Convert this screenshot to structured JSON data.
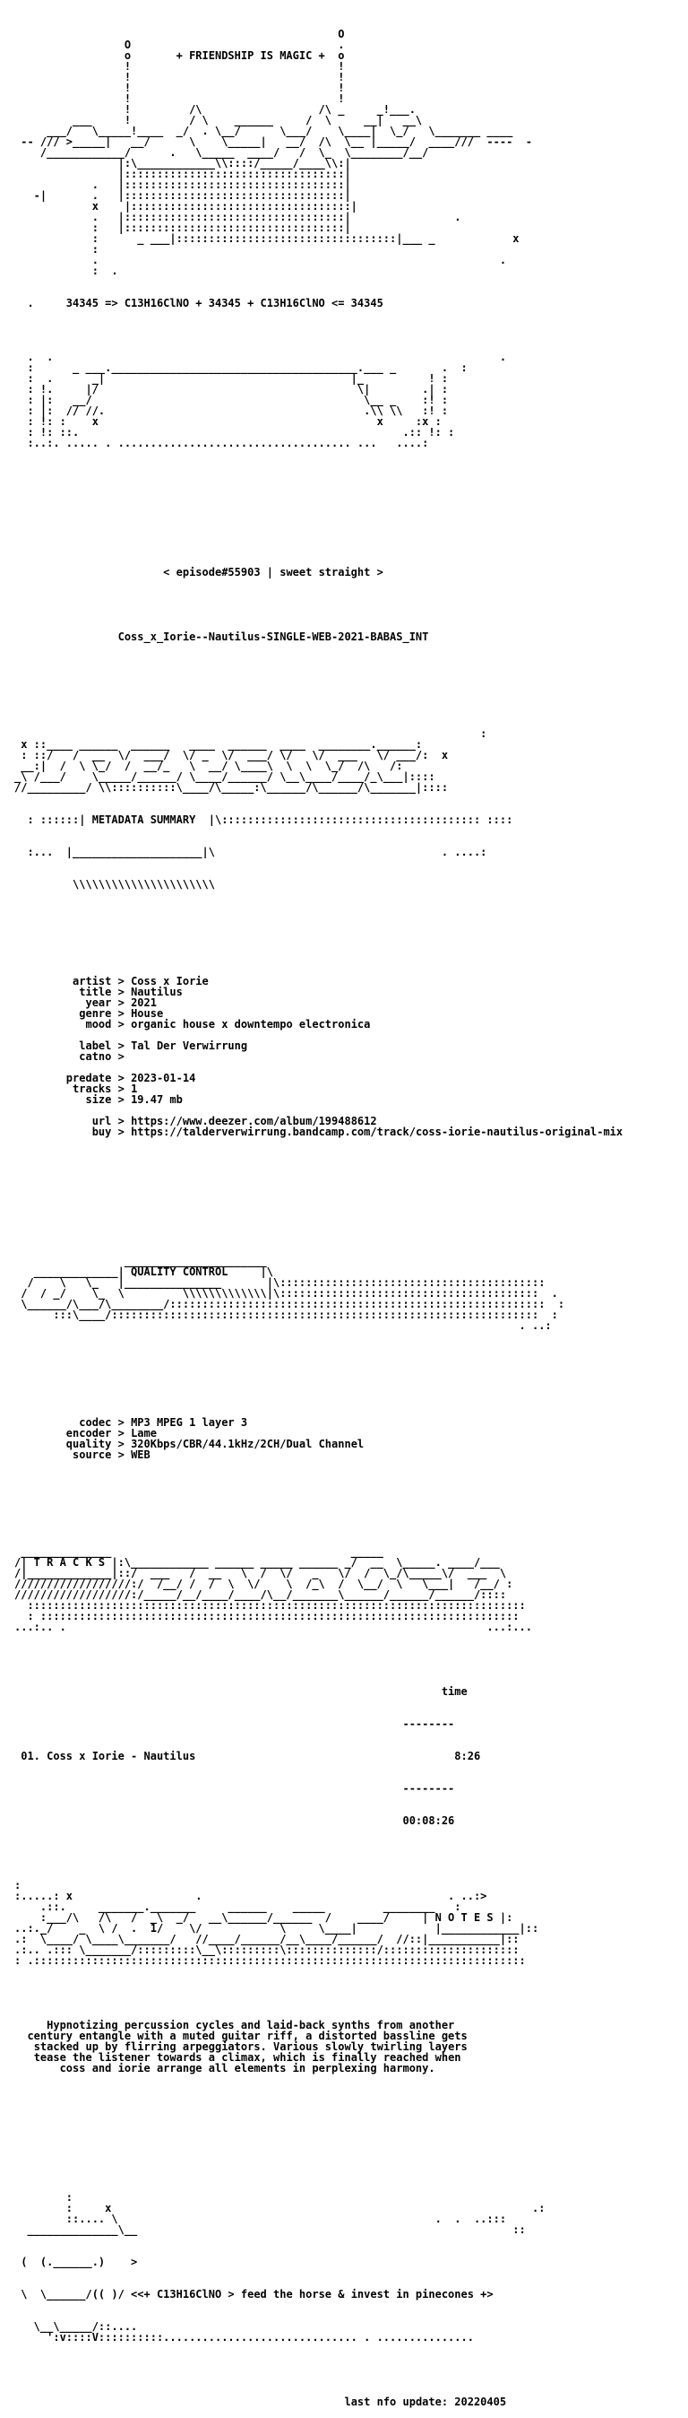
{
  "art": {
    "header": "                                                  O\n                 O                                .\n                 o       + FRIENDSHIP IS MAGIC +  o\n                 !                                !\n                 !                                !\n                 !                                !\n                 !                                !\n                 !         /\\                  /\\ _     _!___.\n         ___     !         / \\    ______     /  \\     __|   __\\\n     ___/   \\_____!____  _/  . \\__/      \\___/    \\____|  \\_/   \\_______ ____\n -- /// >_____|   __/      \\    \\_____|   __/  /\\  \\__ |_____/  ____///  ----  -\n    /____________/      .   \\_____  ____/   /  \\_  \\________/__/\n                |:\\____________\\\\::::/_____/____\\\\:|\n                |::::::::::::::::::::::::::::::::::|\n            .   |::::::::::::::::::::::::::::::::::|\n   -|       .   |::::::::::::::::::::::::::::::::::|\n            x    |::::::::::::::::::::::::::::::::::|\n            .   |::::::::::::::::::::::::::::::::::|                .\n            :   |::::::::::::::::::::::::::::::::::|\n            :      _ ___|::::::::::::::::::::::::::::::::::|___ _            x\n            :\n            .                                                              .\n            :  .",
    "banner1": "\n\n  .  .                                                                     .\n  :      _ ___.______________________________________.___ _       .  :\n  :  .      _|                                      |_          ! :\n  : !.     |/                                        \\|        .| :\n  : |:   __/                                          \\__ _    :! :\n  : |:  // //.                                        .\\\\ \\\\   :! :\n  : !: :    x                                           x     :x :\n  : !: ::.                                                  .:: !: :\n  :..:. ..... . .................................... ...   ....:",
    "metadata_header": "                                                                        :\n x ::____ ______  ______   ____  ______  ____  ________.______:\n : ::/   /  __  \\/  ___/  \\/ _  \\/  ___/ \\/   \\/  ___   \\/ ___/:  x\n __:|  /  \\ \\_/  /  __/_   \\  __/ \\____\\  \\  \\  \\_/  /\\   /:\n_\\ /___/    \\_____/______/ \\____/______/ \\__\\____/____/_\\___|::::\n//_________/ \\\\::::::::::\\____/\\_____:\\______/\\______/\\_______|::::",
    "quality_header": "                 ______________________\n   _____________| QUALITY CONTROL     |\\\n  /    \\   \\_   |_______________       |\\:::::::::::::::::::::::::::::::::::::::::\n /  / _/    \\_  \\         \\\\\\\\\\\\\\\\\\\\\\\\\\|\\::::::::::::::::::::::::::::::::::::::::  .\n \\______/\\___/\\________/::::::::::::::::::::::::::::::::::::::::::::::::::::::::::  :\n      :::\\____/::::::::::::::::::::::::::::::::::::::::::::::::::::::::::::::::::  :\n                                                                              . ..:",
    "tracks_header": " ______________                                     _____\n/| T R A C K S |:\\____________ ______ _____ ______ _/  __  \\_____. ____/___\n/|_____________|::/  ___   /  __   \\  /  \\/   _   \\/  /  \\_/\\_____\\/  ___  \\\n//////////////////:/  /__/ /  /  \\  \\/    \\  /_\\  /  \\__/  \\   \\___|   /__/ :\n//////////////////:/_____/__/____/____/\\__/_______\\______/______/______/::::\n  :::::::::::::::::::::::::::::::::::::::::::::::::::::::::::::::::::::::::::::\n  : ::::::::::::::::::::::::::::::::::::::::::::::::::::::::::::::::::::::::::\n...:.. .                                                                 ...:...",
    "notes_header": ":\n:.....: x                   .                                      . ..:>\n    .::.     _______._______     ______    _____         ________   :\n    :___/\\   /\\   /  _\\  _/   __\\______/______  /    ____/     | N O T E S |:\n..:._/    _  \\ /  .  1/    \\/            \\     \\____|            |____________|::\n.:  \\____/ \\____\\_______/   //____/______/__\\____/______/  //::|___________|::\n.:.. .::: \\_______/:::::::::\\__\\:::::::::\\::::::::::::::/:::::::::::::::::::::\n: .::::::::::::::::::::::::::::::::::::::::::::::::::::::::::::::::::::::::::::",
    "footer_art_top": "        :\n        :     x                                                                 .:\n        ::.... \\                                                 .  .  ..:::\n  ______________\\__                                                          ::",
    "footer_art_left": " (  (.______.)    >",
    "footer_art_mid": " \\  \\______/(( )/ <<",
    "footer_art_bottom": "   \\__\\_____/::....\n     ':v::::V::::::::::.............................. . ..............."
  },
  "release": {
    "group_line": "< episode#55903 | sweet straight >",
    "release_name": "Coss_x_Iorie--Nautilus-SINGLE-WEB-2021-BABAS_INT",
    "formula": "34345 => C13H16ClNO + 34345 + C13H16ClNO <= 34345"
  },
  "metadata_box": {
    "title": "METADATA SUMMARY"
  },
  "metadata": [
    {
      "label": "artist",
      "value": "Coss x Iorie"
    },
    {
      "label": "title",
      "value": "Nautilus"
    },
    {
      "label": "year",
      "value": "2021"
    },
    {
      "label": "genre",
      "value": "House"
    },
    {
      "label": "mood",
      "value": "organic house x downtempo electronica"
    },
    {
      "label": "label",
      "value": "Tal Der Verwirrung"
    },
    {
      "label": "catno",
      "value": ""
    },
    {
      "label": "predate",
      "value": "2023-01-14"
    },
    {
      "label": "tracks",
      "value": "1"
    },
    {
      "label": "size",
      "value": "19.47 mb"
    },
    {
      "label": "url",
      "value": "https://www.deezer.com/album/199488612"
    },
    {
      "label": "buy",
      "value": "https://talderverwirrung.bandcamp.com/track/coss-iorie-nautilus-original-mix"
    }
  ],
  "quality": [
    {
      "label": "codec",
      "value": "MP3 MPEG 1 layer 3"
    },
    {
      "label": "encoder",
      "value": "Lame"
    },
    {
      "label": "quality",
      "value": "320Kbps/CBR/44.1kHz/2CH/Dual Channel"
    },
    {
      "label": "source",
      "value": "WEB"
    }
  ],
  "tracks": {
    "time_header": "time",
    "rule": "--------",
    "items": [
      {
        "num": "01.",
        "name": "Coss x Iorie - Nautilus",
        "time": "8:26"
      }
    ],
    "total": "00:08:26"
  },
  "notes": [
    "Hypnotizing percussion cycles and laid-back synths from another",
    "century entangle with a muted guitar riff, a distorted bassline gets",
    "stacked up by flirring arpeggiators. Various slowly twirling layers",
    "tease the listener towards a climax, which is finally reached when",
    "coss and iorie arrange all elements in perplexing harmony."
  ],
  "footer": {
    "slogan": "+ C13H16ClNO > feed the horse & invest in pinecones +>",
    "last_update": "last nfo update: 20220405"
  }
}
